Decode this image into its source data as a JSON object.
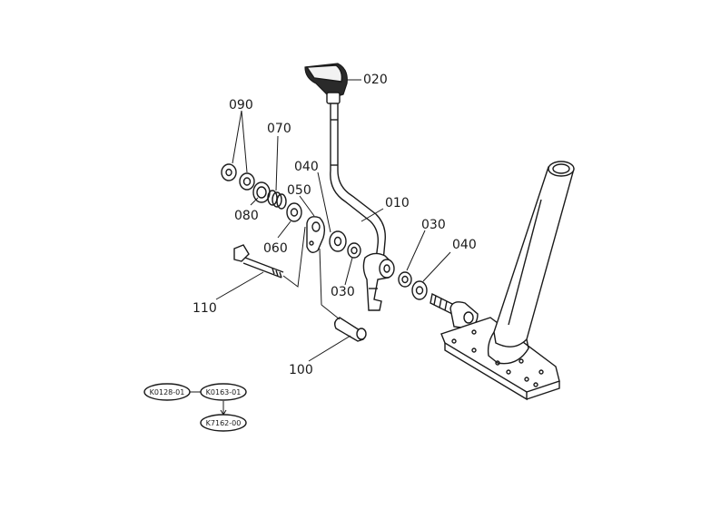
{
  "labels": {
    "p020": "020",
    "p090": "090",
    "p070": "070",
    "p040a": "040",
    "p050": "050",
    "p010": "010",
    "p030a": "030",
    "p040b": "040",
    "p080": "080",
    "p060": "060",
    "p030b": "030",
    "p110": "110",
    "p100": "100"
  },
  "references": {
    "ref1": "K0128-01",
    "ref2": "K0163-01",
    "ref3": "K7162-00"
  }
}
